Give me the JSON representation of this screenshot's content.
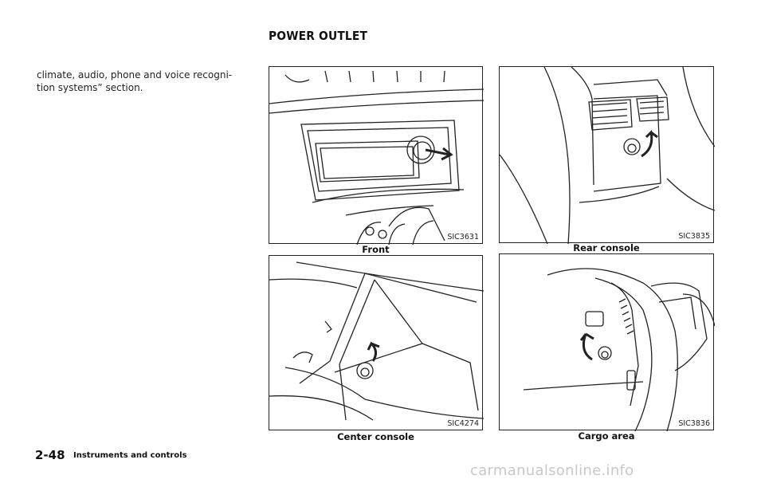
{
  "section_title": "POWER OUTLET",
  "body_lines": [
    "climate, audio, phone and voice recogni-",
    "tion systems” section."
  ],
  "figures": [
    {
      "code": "SIC3631",
      "caption": "Front"
    },
    {
      "code": "SIC3835",
      "caption": "Rear console"
    },
    {
      "code": "SIC4274",
      "caption": "Center console"
    },
    {
      "code": "SIC3836",
      "caption": "Cargo area"
    }
  ],
  "footer": {
    "page_number": "2-48",
    "section_name": "Instruments and controls"
  },
  "watermark": "carmanualsonline.info"
}
